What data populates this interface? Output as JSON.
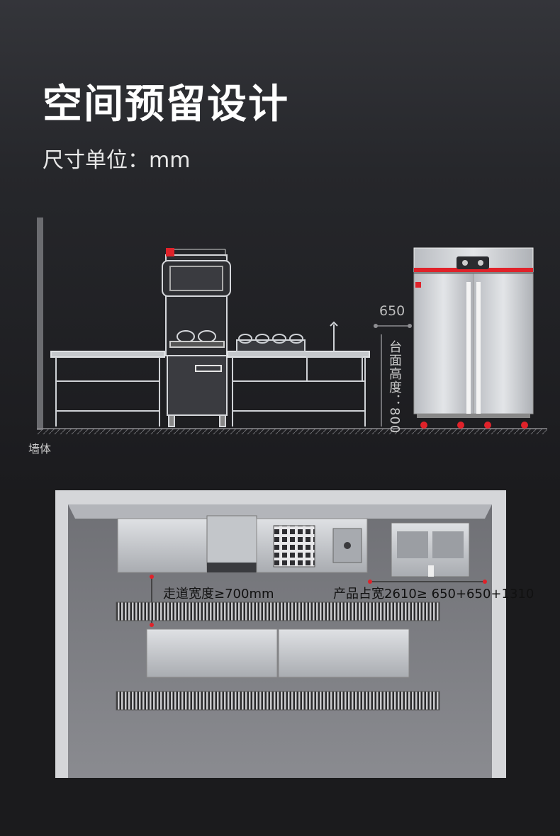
{
  "heading": {
    "title": "空间预留设计",
    "unit": "尺寸单位：mm"
  },
  "side_view": {
    "wall_label": "墙体",
    "cabinet_height": "650",
    "counter_height": "台面高度：800"
  },
  "plan_view": {
    "aisle_label": "走道宽度≥700mm",
    "product_label": "产品占宽2610≥ 650+650+1310"
  },
  "colors": {
    "accent_red": "#e0222a",
    "steel": "#c9ccd1",
    "background": "#1a1a1c"
  }
}
